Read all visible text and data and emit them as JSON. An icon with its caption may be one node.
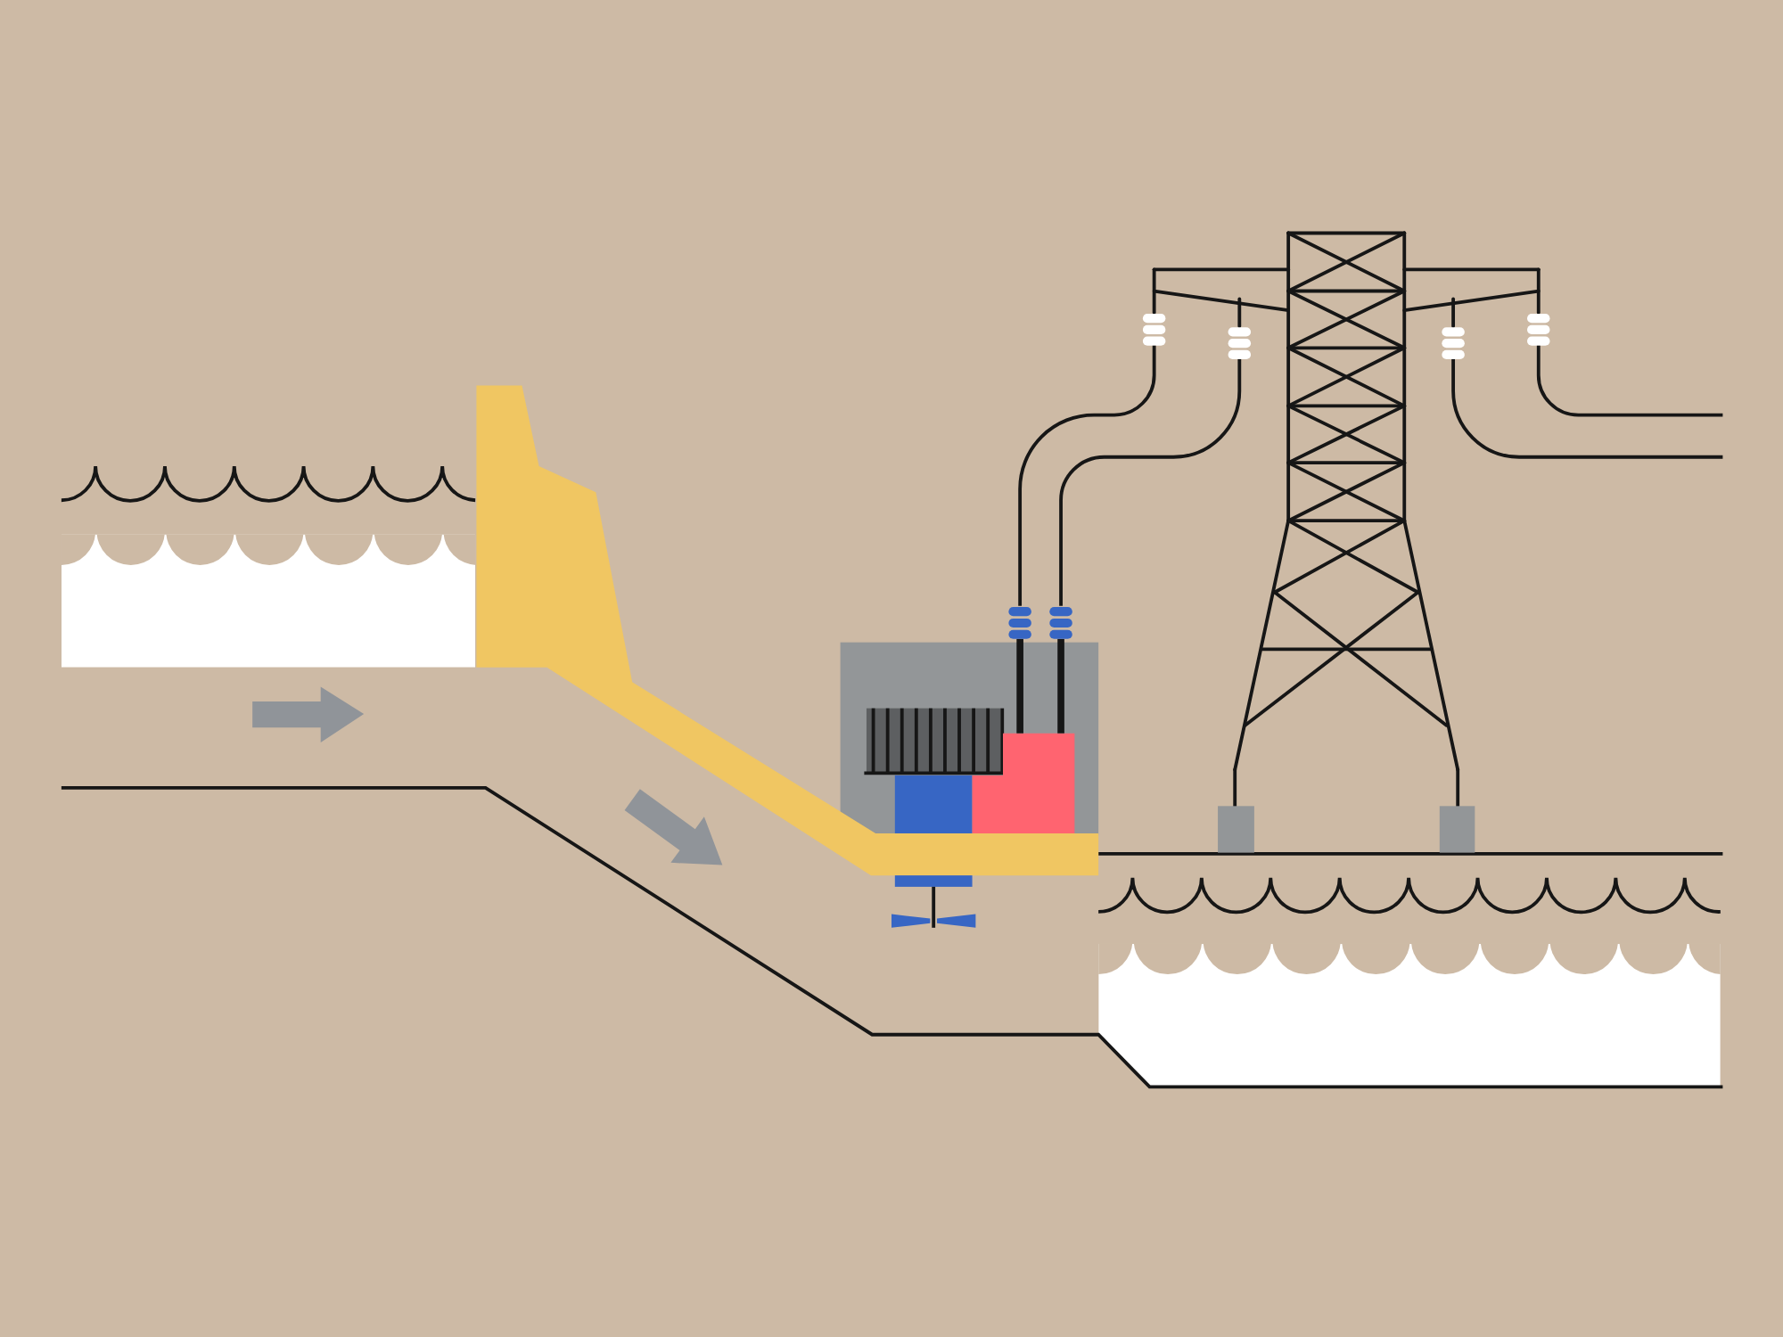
{
  "diagram": {
    "nodes": [
      {
        "text": [],
        "shape": "box"
      },
      {
        "text": [],
        "shape": "picture"
      }
    ],
    "edges": [
      {
        "from": 0,
        "to": 1,
        "arrow": "none"
      },
      {
        "from": 0,
        "to": 1,
        "arrow": "none"
      },
      {
        "from": 1,
        "to": null,
        "arrow": "none"
      },
      {
        "from": 1,
        "to": null,
        "arrow": "none"
      }
    ]
  }
}
